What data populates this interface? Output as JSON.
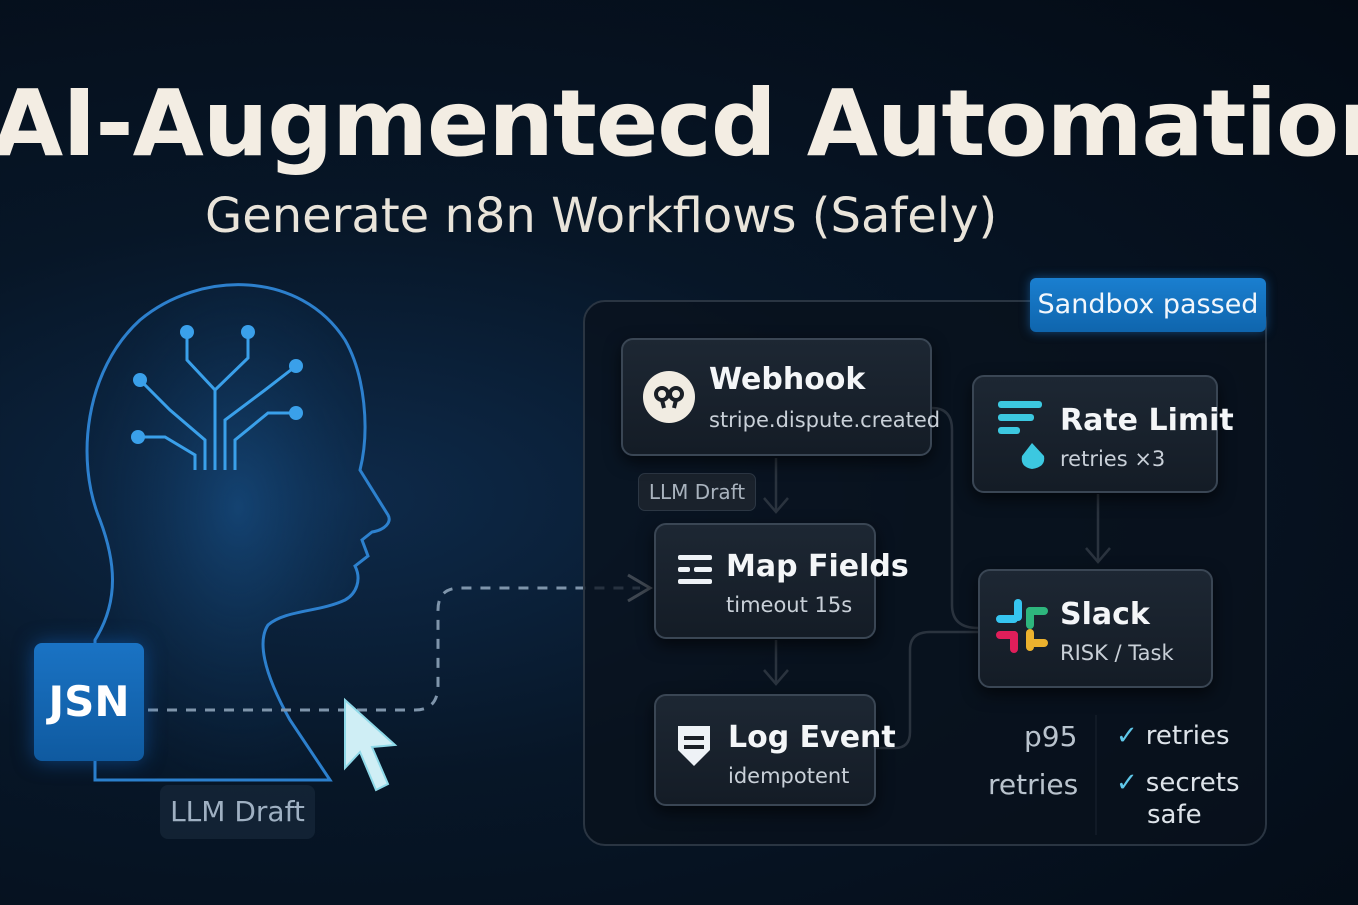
{
  "header": {
    "title": "AI-Augmentecd Automation",
    "subtitle": "Generate n8n Workflows (Safely)"
  },
  "left": {
    "json_badge": "JSN",
    "draft_chip": "LLM Draft"
  },
  "panel": {
    "status_badge": "Sandbox passed",
    "draft_chip": "LLM Draft",
    "nodes": {
      "webhook": {
        "title": "Webhook",
        "subtitle": "stripe.dispute.created",
        "icon": "webhook-icon"
      },
      "map_fields": {
        "title": "Map Fields",
        "subtitle": "timeout 15s",
        "icon": "fields-icon"
      },
      "log_event": {
        "title": "Log Event",
        "subtitle": "idempotent",
        "icon": "log-shield-icon"
      },
      "rate_limit": {
        "title": "Rate Limit",
        "subtitle": "retries ×3",
        "icon": "rate-limit-icon"
      },
      "slack": {
        "title": "Slack",
        "subtitle": "RISK / Task",
        "icon": "slack-icon"
      }
    },
    "metrics": {
      "label_1": "p95",
      "label_2": "retries"
    },
    "checks": {
      "item_1": "retries",
      "item_2_line1": "secrets",
      "item_2_line2": "safe"
    }
  },
  "colors": {
    "accent_blue": "#1a7fd0",
    "check_cyan": "#5fc7e8",
    "slack_green": "#2eb67d",
    "slack_blue": "#36c5f0",
    "slack_red": "#e01e5a",
    "slack_yellow": "#ecb22e"
  }
}
